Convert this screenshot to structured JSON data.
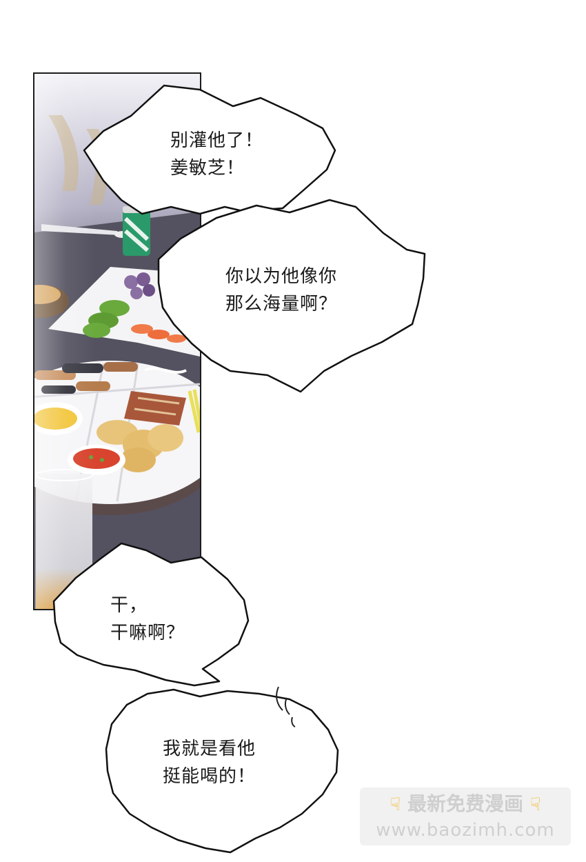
{
  "bubbles": [
    {
      "lines": [
        "别灌他了！",
        "姜敏芝！"
      ]
    },
    {
      "lines": [
        "你以为他像你",
        "那么海量啊？"
      ]
    },
    {
      "lines": [
        "干，",
        "干嘛啊？"
      ]
    },
    {
      "lines": [
        "我就是看他",
        "挺能喝的！"
      ]
    }
  ],
  "watermark": {
    "title": "最新免费漫画",
    "url": "www.baozimh.com",
    "icon": "pointing-down-hand-icon",
    "accent": "#f3b321"
  }
}
